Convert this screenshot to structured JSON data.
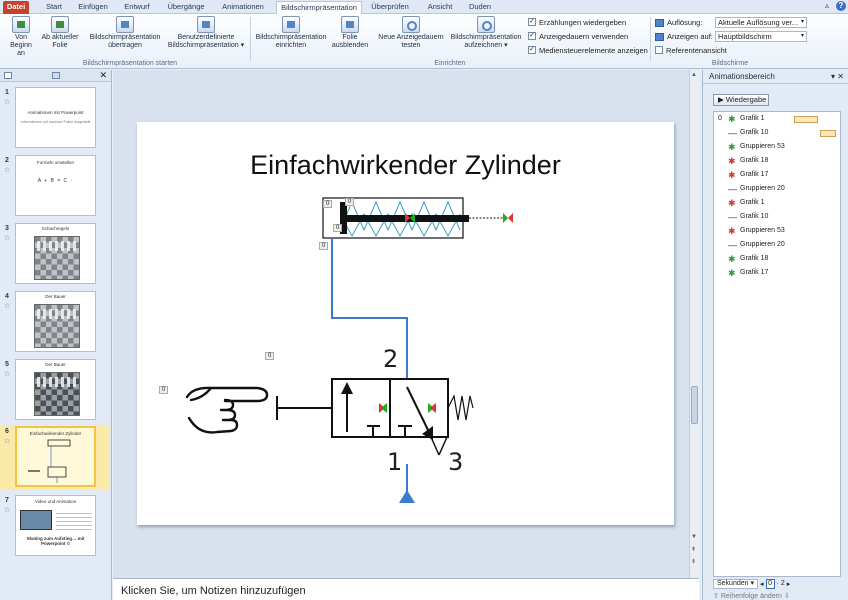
{
  "tabs": [
    {
      "label": "Datei",
      "kind": "file"
    },
    {
      "label": "Start"
    },
    {
      "label": "Einfügen"
    },
    {
      "label": "Entwurf"
    },
    {
      "label": "Übergänge"
    },
    {
      "label": "Animationen"
    },
    {
      "label": "Bildschirmpräsentation",
      "kind": "active"
    },
    {
      "label": "Überprüfen"
    },
    {
      "label": "Ansicht"
    },
    {
      "label": "Duden"
    }
  ],
  "window_controls": {
    "minimize": "▵",
    "help": "?"
  },
  "ribbon": {
    "start_group": {
      "label": "Bildschirmpräsentation starten",
      "buttons": [
        {
          "line1": "Von",
          "line2": "Beginn an"
        },
        {
          "line1": "Ab aktueller",
          "line2": "Folie"
        },
        {
          "line1": "Bildschirmpräsentation",
          "line2": "übertragen"
        },
        {
          "line1": "Benutzerdefinierte",
          "line2": "Bildschirmpräsentation ▾"
        }
      ]
    },
    "setup_group": {
      "label": "Einrichten",
      "buttons": [
        {
          "line1": "Bildschirmpräsentation",
          "line2": "einrichten"
        },
        {
          "line1": "Folie",
          "line2": "ausblenden"
        },
        {
          "line1": "Neue Anzeigedauern",
          "line2": "testen"
        },
        {
          "line1": "Bildschirmpräsentation",
          "line2": "aufzeichnen ▾"
        }
      ],
      "checkboxes": [
        {
          "label": "Erzählungen wiedergeben",
          "checked": true
        },
        {
          "label": "Anzeigedauern verwenden",
          "checked": true
        },
        {
          "label": "Mediensteuerelemente anzeigen",
          "checked": true
        }
      ]
    },
    "screens_group": {
      "label": "Bildschirme",
      "resolution_label": "Auflösung:",
      "resolution_value": "Aktuelle Auflösung ver...",
      "show_on_label": "Anzeigen auf:",
      "show_on_value": "Hauptbildschirm",
      "presenter_view": {
        "label": "Referentenansicht",
        "checked": false
      }
    }
  },
  "slides": [
    {
      "num": "1",
      "title": "Animationen mit Powerpoint",
      "sub": "Informationen\nauf zwei/drei Folien dargestellt"
    },
    {
      "num": "2",
      "title": "Formeln umstellen",
      "eq": "A + B  =  C ·"
    },
    {
      "num": "3",
      "title": "Schachregeln",
      "board": "light"
    },
    {
      "num": "4",
      "title": "Der Bauer",
      "board": "light"
    },
    {
      "num": "5",
      "title": "Der Bauer",
      "board": "dark"
    },
    {
      "num": "6",
      "title": "Einfachwirkender Zylinder",
      "selected": true
    },
    {
      "num": "7",
      "title": "Video und Animation",
      "sub": "Skating zum Aufstieg… mit Powerpoint ©"
    }
  ],
  "main_slide": {
    "title": "Einfachwirkender Zylinder",
    "port_labels": {
      "p2": "2",
      "p1": "1",
      "p3": "3"
    },
    "anim_tags": [
      "0",
      "0",
      "0",
      "0",
      "0",
      "0"
    ]
  },
  "notes_placeholder": "Klicken Sie, um Notizen hinzuzufügen",
  "anim_pane": {
    "title": "Animationsbereich",
    "play_label": "Wiedergabe",
    "items": [
      {
        "num": "0",
        "icon": "star-green",
        "label": "Grafik 1"
      },
      {
        "num": "",
        "icon": "line",
        "label": "Grafik 10"
      },
      {
        "num": "",
        "icon": "star-green",
        "label": "Gruppieren 53"
      },
      {
        "num": "",
        "icon": "star-red",
        "label": "Grafik 18"
      },
      {
        "num": "",
        "icon": "star-red",
        "label": "Grafik 17"
      },
      {
        "num": "",
        "icon": "line",
        "label": "Gruppieren 20"
      },
      {
        "num": "",
        "icon": "star-red",
        "label": "Grafik 1"
      },
      {
        "num": "",
        "icon": "line",
        "label": "Grafik 10"
      },
      {
        "num": "",
        "icon": "star-red",
        "label": "Gruppieren 53"
      },
      {
        "num": "",
        "icon": "line",
        "label": "Gruppieren 20"
      },
      {
        "num": "",
        "icon": "star-green",
        "label": "Grafik 18"
      },
      {
        "num": "",
        "icon": "star-green",
        "label": "Grafik 17"
      }
    ],
    "footer": {
      "seconds_label": "Sekunden ▾",
      "start": "0",
      "end": "2"
    },
    "reorder_label": "Reihenfolge ändern"
  }
}
